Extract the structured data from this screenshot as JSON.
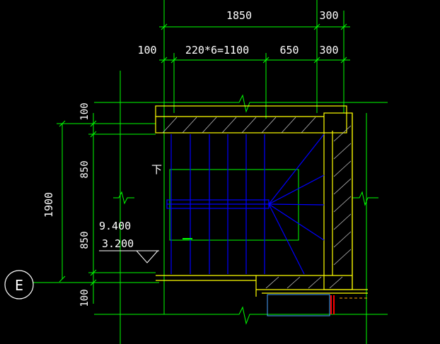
{
  "drawing": {
    "dimensions_top": {
      "overall": "1850",
      "right_outer": "300",
      "left_offset": "100",
      "treads": "220*6=1100",
      "landing": "650",
      "right_inner": "300"
    },
    "dimensions_left": {
      "total": "1900",
      "top_wall": "100",
      "upper_flight": "850",
      "lower_flight": "850",
      "bottom_wall": "100"
    },
    "annotations": {
      "direction": "下",
      "elevation_top": "9.400",
      "elevation_bottom": "3.200"
    },
    "grid_axis": {
      "label": "E"
    },
    "colors": {
      "background": "#000000",
      "dimension_line": "#00ff00",
      "wall_outline": "#ffff00",
      "stair_lines": "#0000ff",
      "hatch": "#c0c0c0",
      "text": "#ffffff",
      "accent": "#ff0000"
    }
  }
}
